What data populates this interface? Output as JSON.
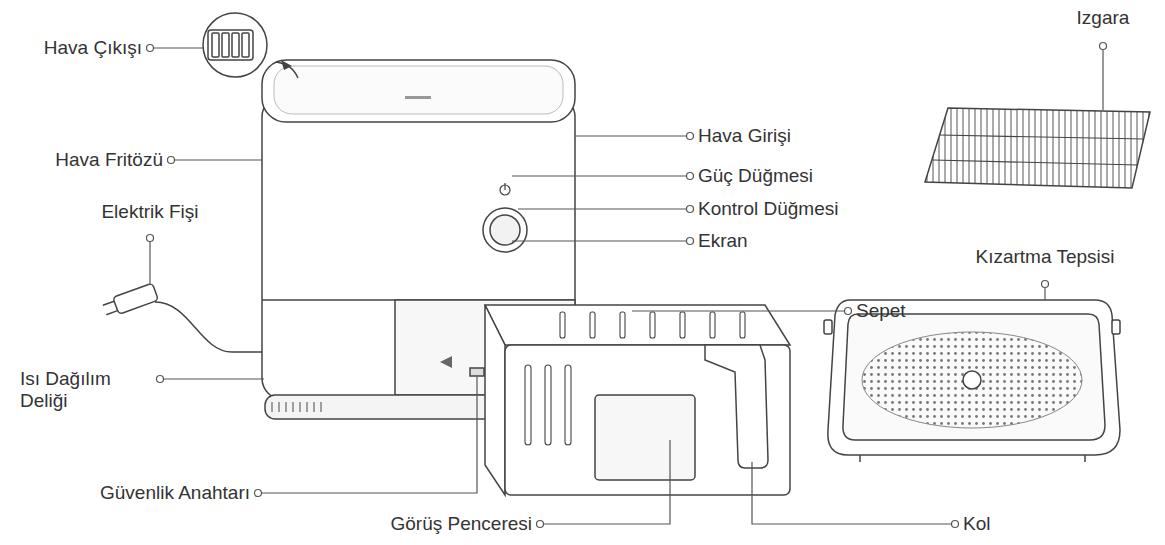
{
  "diagram": {
    "labels": [
      "Hava Çıkışı",
      "Hava Fritözü",
      "Elektrik Fişi",
      "Isı Dağılım Deliği",
      "Güvenlik Anahtarı",
      "Görüş Penceresi",
      "Kol",
      "Sepet",
      "Hava Girişi",
      "Güç Düğmesi",
      "Kontrol Düğmesi",
      "Ekran",
      "Izgara",
      "Kızartma Tepsisi"
    ]
  }
}
